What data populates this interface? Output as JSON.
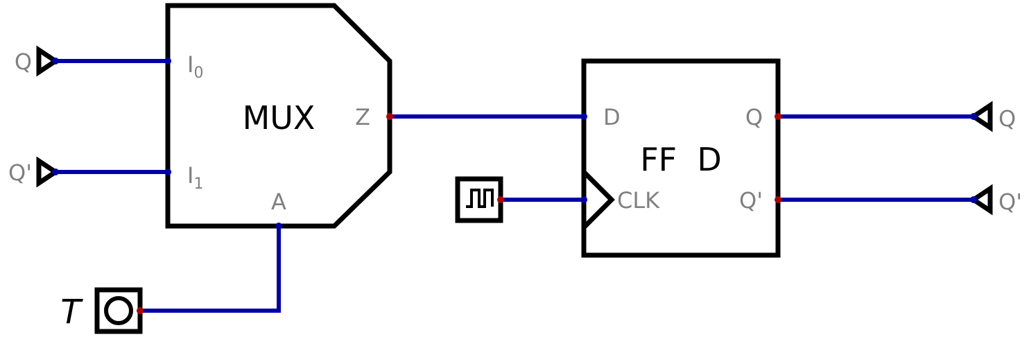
{
  "colors": {
    "wire": "#0000a8",
    "outline": "#000000",
    "label": "#808080",
    "output_pin": "#b00000",
    "input_pin": "#0000a8"
  },
  "mux": {
    "title": "MUX",
    "input0_label": "I",
    "input0_sub": "0",
    "input1_label": "I",
    "input1_sub": "1",
    "select_label": "A",
    "output_label": "Z"
  },
  "flipflop": {
    "title": "FF  D",
    "d_label": "D",
    "clk_label": "CLK",
    "q_label": "Q",
    "qn_label": "Q'"
  },
  "inputs": {
    "q_in": "Q",
    "qn_in": "Q'",
    "t_in": "T"
  },
  "outputs": {
    "q_out": "Q",
    "qn_out": "Q'"
  },
  "icons": {
    "clock": "clock-source-icon",
    "button": "push-button-icon",
    "pin": "triangle-pin-icon"
  }
}
